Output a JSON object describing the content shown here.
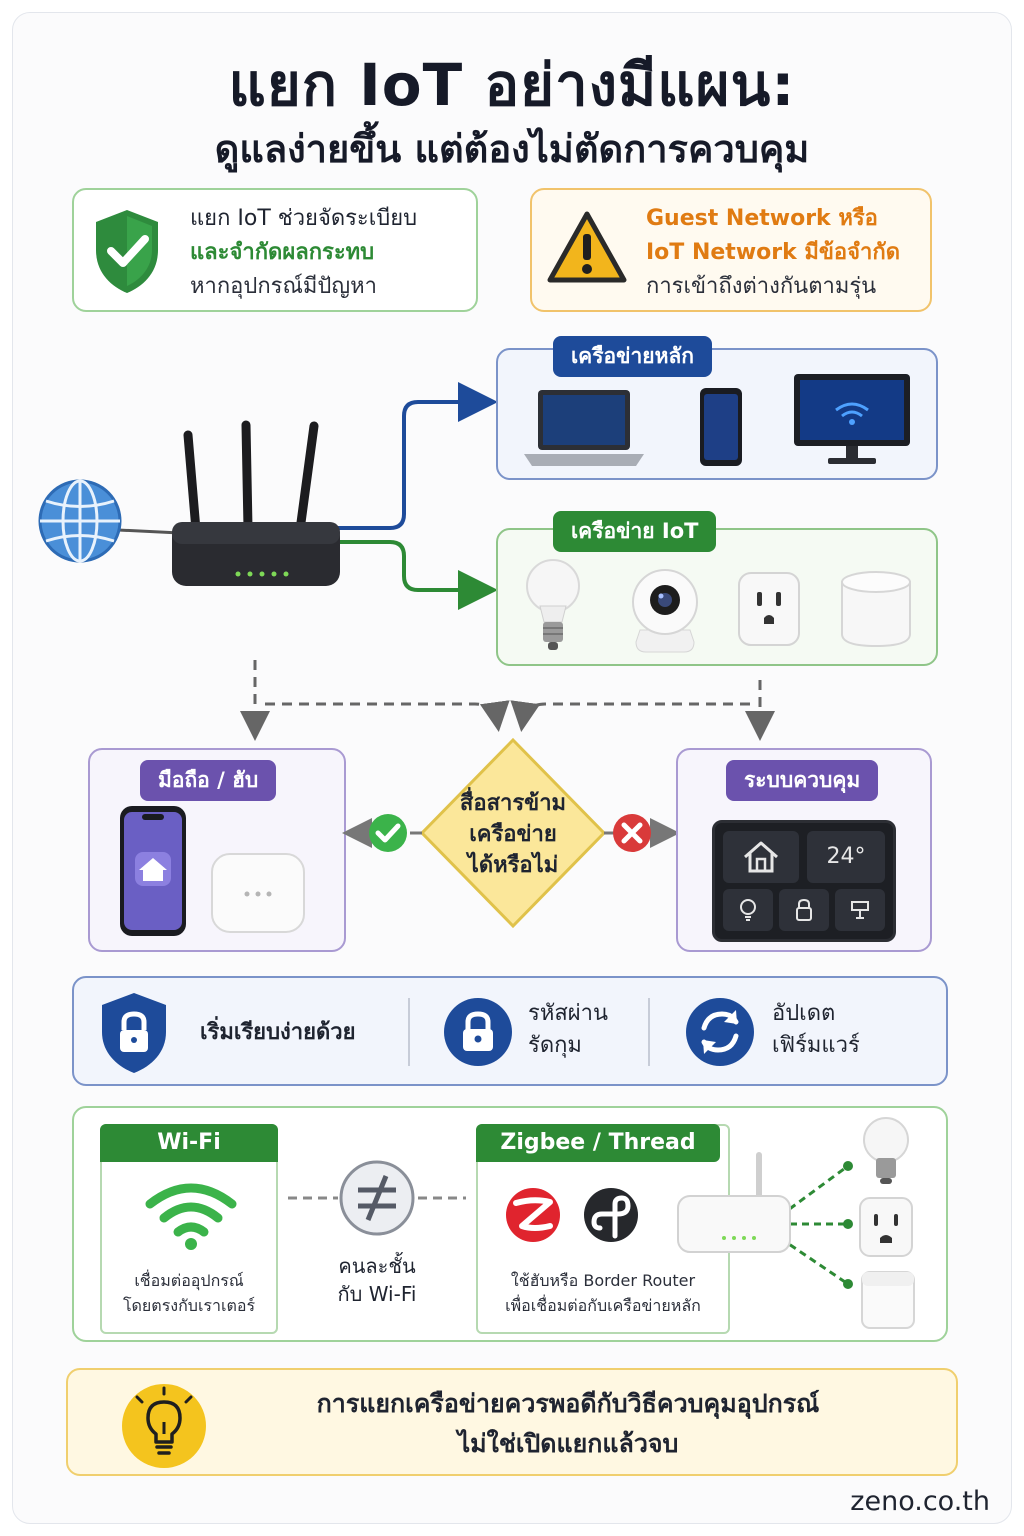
{
  "title": "แยก IoT อย่างมีแผน:",
  "subtitle": "ดูแลง่ายขึ้น แต่ต้องไม่ตัดการควบคุม",
  "benefit": {
    "line1": "แยก IoT ช่วยจัดระเบียบ",
    "line2": "และจำกัดผลกระทบ",
    "line3": "หากอุปกรณ์มีปัญหา",
    "icon": "shield-check-icon",
    "color": "#2d8a35"
  },
  "warning": {
    "line1": "Guest Network หรือ",
    "line2": "IoT Network มีข้อจำกัด",
    "line3": "การเข้าถึงต่างกันตามรุ่น",
    "icon": "warning-triangle-icon",
    "color": "#e07b12"
  },
  "main_network": {
    "label": "เครือข่ายหลัก",
    "devices": [
      "laptop-icon",
      "smartphone-icon",
      "monitor-icon"
    ]
  },
  "iot_network": {
    "label": "เครือข่าย IoT",
    "devices": [
      "smart-bulb-icon",
      "camera-icon",
      "smart-plug-icon",
      "smart-speaker-icon"
    ]
  },
  "phone_hub": {
    "label": "มือถือ / ฮับ"
  },
  "decision": {
    "line1": "สื่อสารข้าม",
    "line2": "เครือข่าย",
    "line3": "ได้หรือไม่"
  },
  "control": {
    "label": "ระบบควบคุม",
    "temperature": "24°"
  },
  "basics": {
    "start": "เริ่มเรียบง่ายด้วย",
    "password_line1": "รหัสผ่าน",
    "password_line2": "รัดกุม",
    "update_line1": "อัปเดต",
    "update_line2": "เฟิร์มแวร์"
  },
  "wifi": {
    "label": "Wi-Fi",
    "desc_line1": "เชื่อมต่ออุปกรณ์",
    "desc_line2": "โดยตรงกับเราเตอร์"
  },
  "not_equal": {
    "line1": "คนละชั้น",
    "line2": "กับ Wi-Fi"
  },
  "zigbee": {
    "label": "Zigbee / Thread",
    "desc_line1": "ใช้ฮับหรือ Border Router",
    "desc_line2": "เพื่อเชื่อมต่อกับเครือข่ายหลัก"
  },
  "tip": {
    "line1": "การแยกเครือข่ายควรพอดีกับวิธีควบคุมอุปกรณ์",
    "line2": "ไม่ใช่เปิดแยกแล้วจบ"
  },
  "footer": "zeno.co.th",
  "colors": {
    "main_blue": "#1e4b9a",
    "iot_green": "#2d8a35",
    "purple": "#6b52ad",
    "ok_green": "#3bb34a",
    "no_red": "#d93a3a",
    "decision_yellow": "#fbe79a"
  }
}
